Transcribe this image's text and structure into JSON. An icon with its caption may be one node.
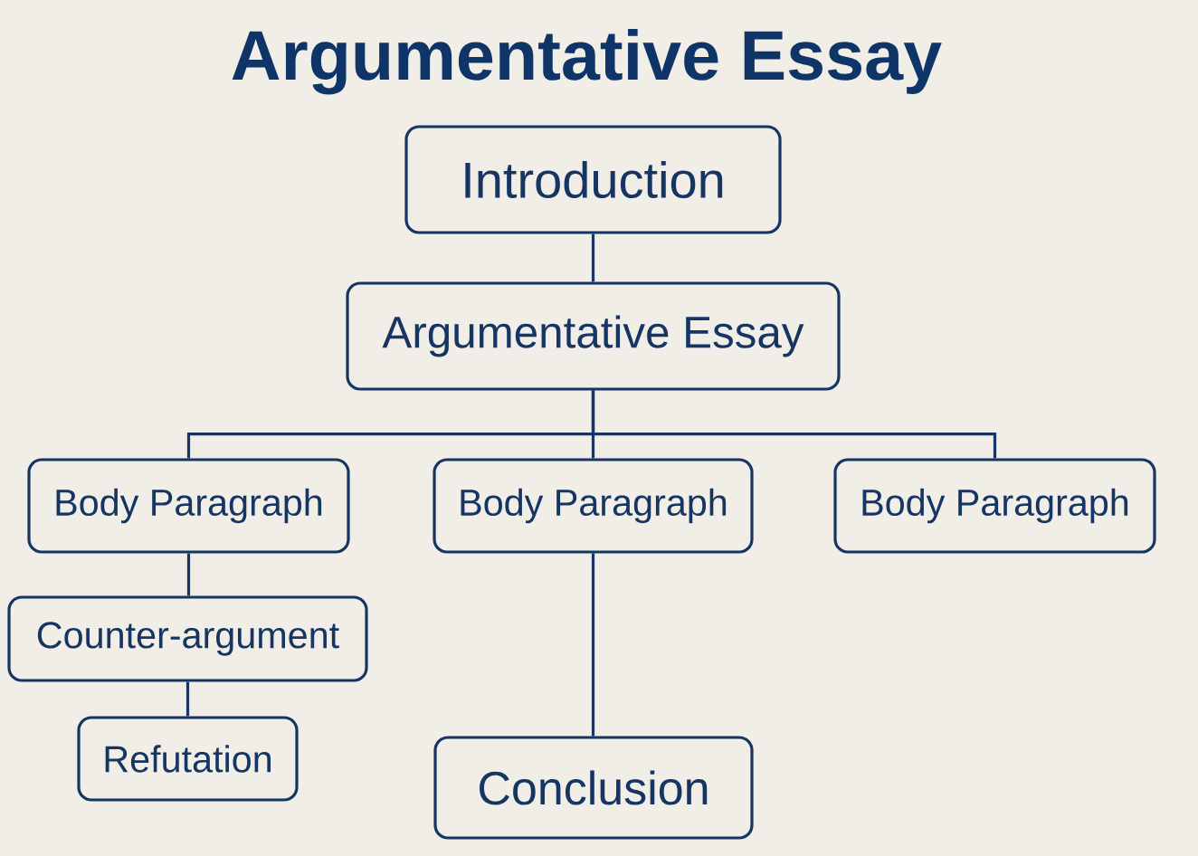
{
  "diagram": {
    "title": "Argumentative Essay",
    "nodes": [
      {
        "text": [
          "Introduction"
        ]
      },
      {
        "text": [
          "Argumentative Essay"
        ]
      },
      {
        "text": [
          "Body Paragraph"
        ]
      },
      {
        "text": [
          "Body Paragraph"
        ]
      },
      {
        "text": [
          "Body Paragraph"
        ]
      },
      {
        "text": [
          "Counter-argument"
        ]
      },
      {
        "text": [
          "Refutation"
        ]
      },
      {
        "text": [
          "Conclusion"
        ]
      }
    ],
    "edges": [
      {
        "from": 0,
        "to": 1,
        "arrow": "none"
      },
      {
        "from": 1,
        "to": 2,
        "arrow": "none"
      },
      {
        "from": 1,
        "to": 3,
        "arrow": "none"
      },
      {
        "from": 1,
        "to": 4,
        "arrow": "none"
      },
      {
        "from": 2,
        "to": 5,
        "arrow": "none"
      },
      {
        "from": 5,
        "to": 6,
        "arrow": "none"
      },
      {
        "from": 3,
        "to": 7,
        "arrow": "none"
      }
    ]
  }
}
